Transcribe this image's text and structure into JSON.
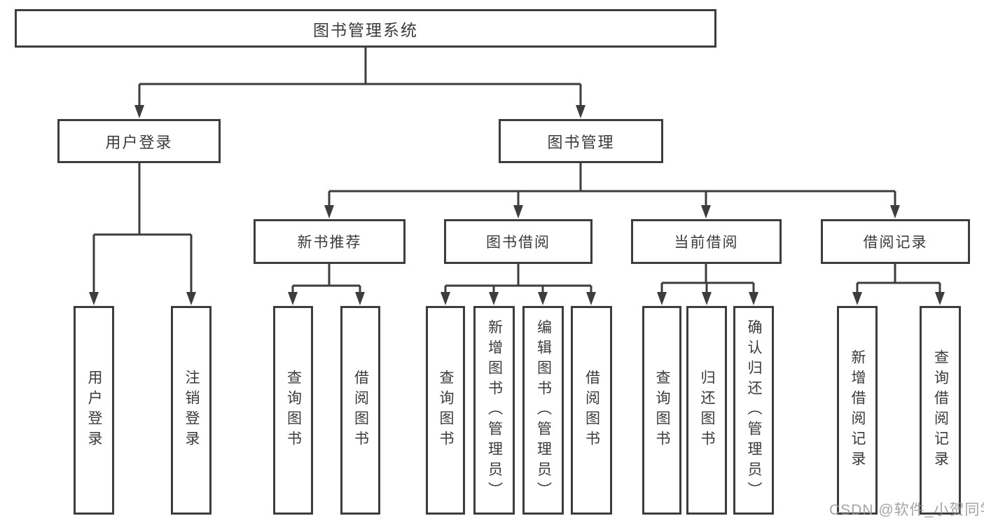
{
  "watermark": "CSDN @软件_小贺同学",
  "colors": {
    "border": "#3d3d3d",
    "text": "#3b3b3b",
    "background": "#ffffff",
    "watermark": "#949494"
  },
  "tree": {
    "root": "图书管理系统",
    "level2": [
      {
        "label": "用户登录",
        "children": [
          "用户登录",
          "注销登录"
        ]
      },
      {
        "label": "图书管理",
        "sections": [
          {
            "label": "新书推荐",
            "children": [
              "查询图书",
              "借阅图书"
            ]
          },
          {
            "label": "图书借阅",
            "children": [
              "查询图书",
              "新增图书（管理员）",
              "编辑图书（管理员）",
              "借阅图书"
            ]
          },
          {
            "label": "当前借阅",
            "children": [
              "查询图书",
              "归还图书",
              "确认归还（管理员）"
            ]
          },
          {
            "label": "借阅记录",
            "children": [
              "新增借阅记录",
              "查询借阅记录"
            ]
          }
        ]
      }
    ]
  }
}
